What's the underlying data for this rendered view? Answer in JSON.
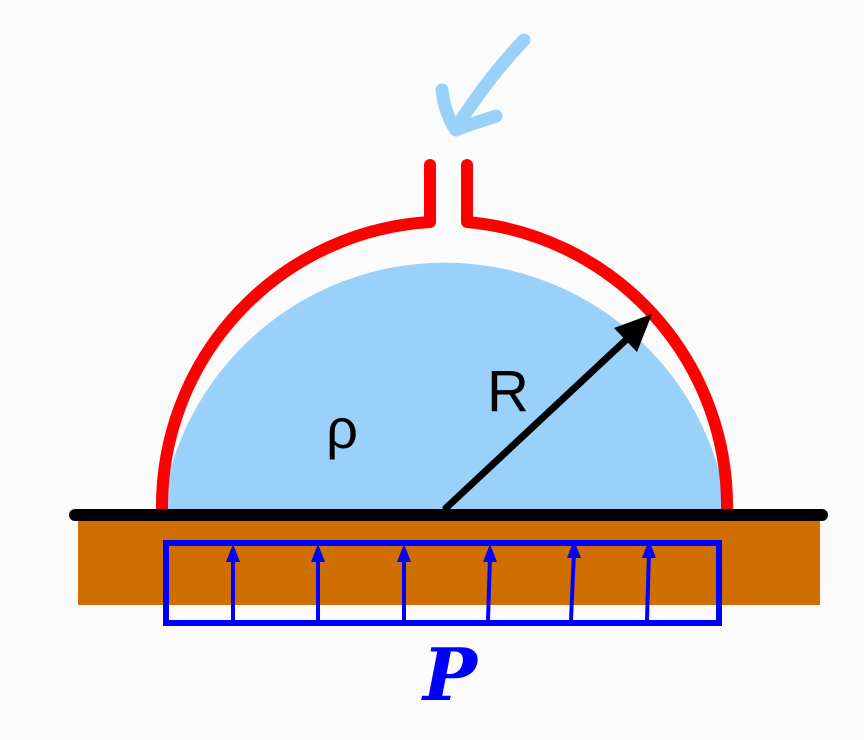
{
  "diagram": {
    "density_label": "ρ",
    "radius_label": "R",
    "pressure_label": "P",
    "colors": {
      "background": "#fbfbfb",
      "fluid": "#99d1fa",
      "dome_wall": "#ff0000",
      "base": "#d06f00",
      "surface_line": "#000000",
      "pressure": "#0000ff",
      "inflow_arrow": "#99d1fa",
      "radius_arrow": "#000000"
    },
    "pressure_arrow_count": 6,
    "icons": [
      "inflow-arrow-icon",
      "radius-arrow-icon",
      "pressure-arrow-icon"
    ]
  }
}
